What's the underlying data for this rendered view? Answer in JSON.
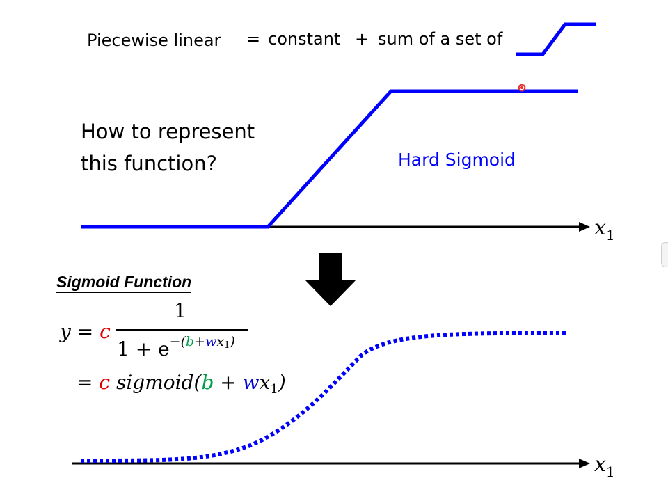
{
  "header": {
    "part1": "Piecewise linear",
    "part2": "=",
    "part3": "constant",
    "part4": "+",
    "part5": "sum of a set of"
  },
  "question": {
    "line1": "How to represent",
    "line2": "this function?"
  },
  "hard_sigmoid_label": "Hard Sigmoid",
  "axis_label": {
    "var": "x",
    "sub": "1"
  },
  "sigmoid_section": {
    "title": "Sigmoid Function",
    "eq1_lhs": "y = ",
    "c": "c",
    "numerator": "1",
    "den_base": "1 + e",
    "exp_open": "−(",
    "b": "b",
    "plus": "+",
    "w": "w",
    "x": "x",
    "one": "1",
    "exp_close": ")",
    "eq2_eq": "= ",
    "eq2_func": "sigmoid(",
    "eq2_plus": " + ",
    "eq2_close": ")"
  },
  "colors": {
    "curve_blue": "#0000ff",
    "c_red": "#e00000",
    "b_green": "#00a04a",
    "w_blue": "#0000d0"
  }
}
